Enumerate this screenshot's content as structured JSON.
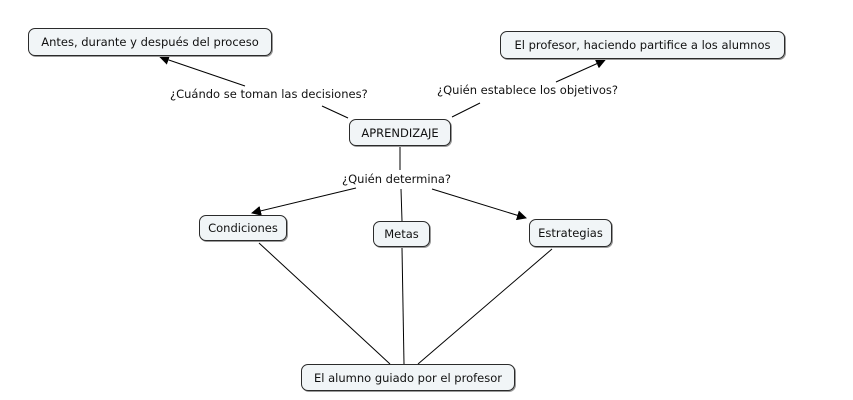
{
  "concept_map": {
    "nodes": {
      "root": "APRENDIZAJE",
      "when_answer": "Antes, durante y después del proceso",
      "objectives_answer": "El profesor, haciendo partifice a los alumnos",
      "conditions": "Condiciones",
      "goals": "Metas",
      "strategies": "Estrategias",
      "student": "El alumno guiado por el profesor"
    },
    "links": {
      "when": "¿Cuándo se toman las decisiones?",
      "objectives": "¿Quién establece los objetivos?",
      "who_determines": "¿Quién determina?"
    },
    "colors": {
      "node_fill": "#f1f5f7",
      "node_border": "#2b2b2b",
      "line": "#000000"
    }
  }
}
